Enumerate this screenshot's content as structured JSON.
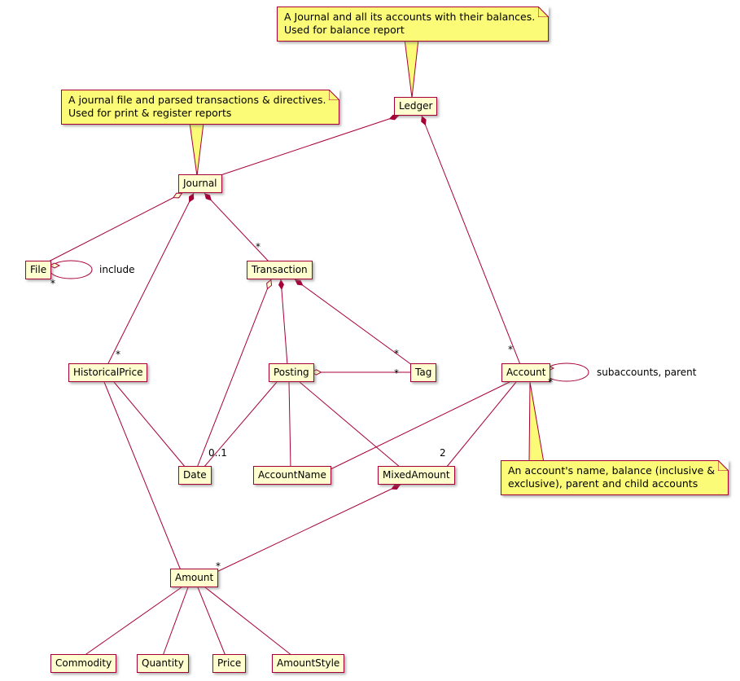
{
  "diagram": {
    "type": "uml-class-diagram",
    "subject": "hledger data model",
    "colors": {
      "class_bg": "#FEFECE",
      "class_border": "#A80036",
      "note_bg": "#FBFB77",
      "note_border": "#A80036",
      "edge": "#A80036",
      "text": "#000000"
    },
    "classes": [
      {
        "label": "Ledger"
      },
      {
        "label": "Journal"
      },
      {
        "label": "File"
      },
      {
        "label": "Transaction"
      },
      {
        "label": "HistoricalPrice"
      },
      {
        "label": "Posting"
      },
      {
        "label": "Tag"
      },
      {
        "label": "Account"
      },
      {
        "label": "Date"
      },
      {
        "label": "AccountName"
      },
      {
        "label": "MixedAmount"
      },
      {
        "label": "Amount"
      },
      {
        "label": "Commodity"
      },
      {
        "label": "Quantity"
      },
      {
        "label": "Price"
      },
      {
        "label": "AmountStyle"
      }
    ],
    "notes": [
      {
        "text": "A Journal and all its accounts with their balances.\nUsed for balance report",
        "attached_to": "Ledger"
      },
      {
        "text": "A journal file and parsed transactions & directives.\nUsed for print & register reports",
        "attached_to": "Journal"
      },
      {
        "text": "An account's name, balance (inclusive &\nexclusive), parent and child accounts",
        "attached_to": "Account"
      }
    ],
    "labels": [
      {
        "text": "include"
      },
      {
        "text": "*"
      },
      {
        "text": "*"
      },
      {
        "text": "*"
      },
      {
        "text": "*"
      },
      {
        "text": "*"
      },
      {
        "text": "*"
      },
      {
        "text": "*"
      },
      {
        "text": "subaccounts, parent"
      },
      {
        "text": "0..1"
      },
      {
        "text": "2"
      },
      {
        "text": "*"
      }
    ],
    "relationships": [
      {
        "from": "Ledger",
        "to": "Journal",
        "type": "composition"
      },
      {
        "from": "Ledger",
        "to": "Account",
        "type": "composition",
        "multiplicity": "*"
      },
      {
        "from": "Journal",
        "to": "File",
        "type": "aggregation"
      },
      {
        "from": "File",
        "to": "File",
        "type": "self",
        "label": "include",
        "multiplicity": "*"
      },
      {
        "from": "Journal",
        "to": "HistoricalPrice",
        "type": "composition",
        "multiplicity": "*"
      },
      {
        "from": "Journal",
        "to": "Transaction",
        "type": "composition",
        "multiplicity": "*"
      },
      {
        "from": "Transaction",
        "to": "Posting",
        "type": "composition"
      },
      {
        "from": "Transaction",
        "to": "Date",
        "type": "aggregation"
      },
      {
        "from": "Transaction",
        "to": "Tag",
        "type": "composition",
        "multiplicity": "*"
      },
      {
        "from": "Posting",
        "to": "Tag",
        "type": "aggregation",
        "multiplicity": "*"
      },
      {
        "from": "Posting",
        "to": "Date",
        "type": "association",
        "multiplicity": "0..1"
      },
      {
        "from": "Posting",
        "to": "AccountName",
        "type": "association"
      },
      {
        "from": "Posting",
        "to": "MixedAmount",
        "type": "association"
      },
      {
        "from": "Account",
        "to": "Account",
        "type": "self",
        "label": "subaccounts, parent",
        "multiplicity": "*"
      },
      {
        "from": "Account",
        "to": "AccountName",
        "type": "association"
      },
      {
        "from": "Account",
        "to": "MixedAmount",
        "type": "association",
        "multiplicity": "2"
      },
      {
        "from": "HistoricalPrice",
        "to": "Date",
        "type": "association"
      },
      {
        "from": "HistoricalPrice",
        "to": "Amount",
        "type": "association"
      },
      {
        "from": "MixedAmount",
        "to": "Amount",
        "type": "composition",
        "multiplicity": "*"
      },
      {
        "from": "Amount",
        "to": "Commodity",
        "type": "association"
      },
      {
        "from": "Amount",
        "to": "Quantity",
        "type": "association"
      },
      {
        "from": "Amount",
        "to": "Price",
        "type": "association"
      },
      {
        "from": "Amount",
        "to": "AmountStyle",
        "type": "association"
      }
    ]
  }
}
